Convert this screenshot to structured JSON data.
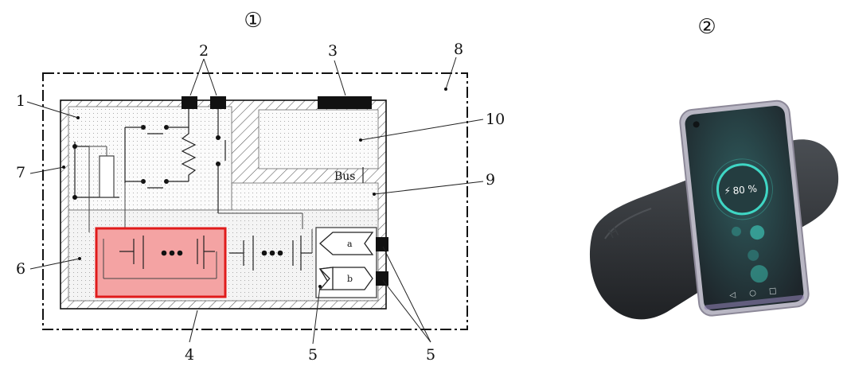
{
  "panels": {
    "left_marker": "①",
    "right_marker": "②"
  },
  "callouts": {
    "c1": "1",
    "c2": "2",
    "c3": "3",
    "c4": "4",
    "c5_bottom": "5",
    "c5_right": "5",
    "c6": "6",
    "c7": "7",
    "c8": "8",
    "c9": "9",
    "c10": "10"
  },
  "inner_labels": {
    "bus": "Bus",
    "port_a": "a",
    "port_b": "b"
  },
  "phone": {
    "charge_text": "80 %"
  },
  "colors": {
    "highlight_fill": "#f4a3a3",
    "highlight_stroke": "#e01b1b",
    "screen_bg": "#27333a",
    "ring": "#3fd6c4",
    "pad": "#2f3236"
  }
}
